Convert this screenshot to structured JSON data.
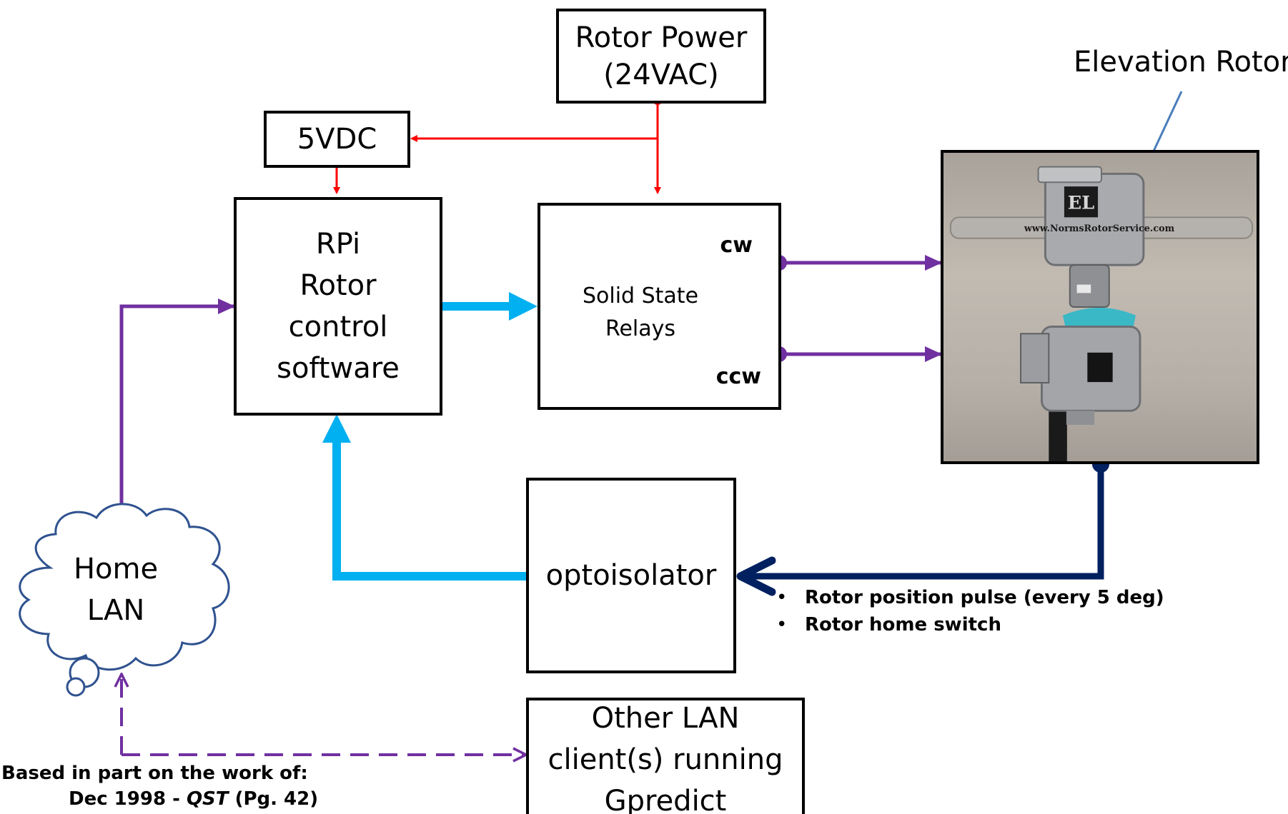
{
  "boxes": {
    "rotor_power": "Rotor Power\n(24VAC)",
    "five_vdc": "5VDC",
    "rpi": "RPi\nRotor\ncontrol\nsoftware",
    "relays": "Solid State\nRelays",
    "cw": "cw",
    "ccw": "ccw",
    "optoisolator": "optoisolator",
    "other_lan": "Other LAN\nclient(s) running\nGpredict",
    "home_lan": "Home\nLAN"
  },
  "elevation_rotor_label": "Elevation Rotor",
  "photo": {
    "watermark": "www.NormsRotorService.com",
    "upper_plate": "EL"
  },
  "feedback_bullets": [
    "Rotor position pulse (every 5 deg)",
    "Rotor home switch"
  ],
  "credit": {
    "line1": "Based in part on the work of:",
    "line2_prefix": "Dec 1998 - ",
    "line2_italic": "QST",
    "line2_suffix": " (Pg. 42)"
  },
  "colors": {
    "power": "#ff0000",
    "control": "#00b0f0",
    "network": "#7030a0",
    "feedback": "#002060",
    "pointer": "#4a7ebb"
  }
}
